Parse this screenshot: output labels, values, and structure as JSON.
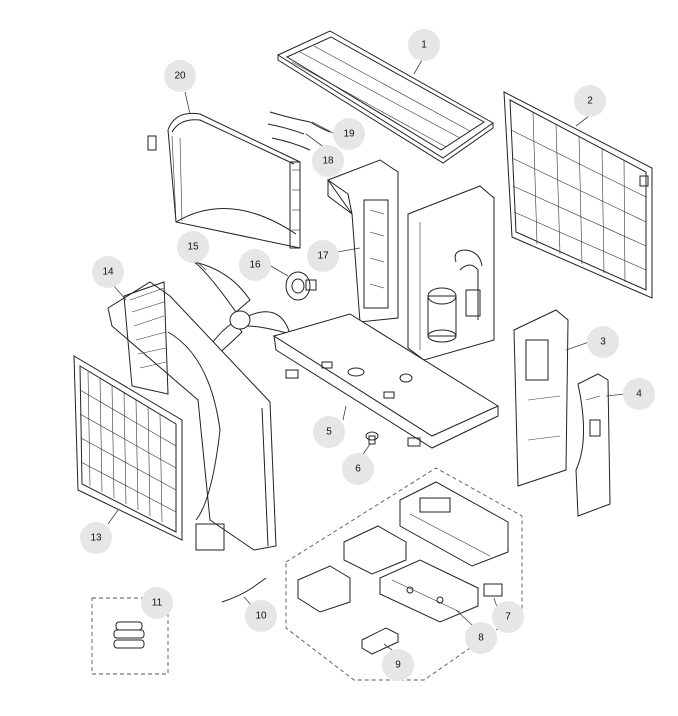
{
  "callouts": [
    {
      "id": "1",
      "label": "1"
    },
    {
      "id": "2",
      "label": "2"
    },
    {
      "id": "3",
      "label": "3"
    },
    {
      "id": "4",
      "label": "4"
    },
    {
      "id": "5",
      "label": "5"
    },
    {
      "id": "6",
      "label": "6"
    },
    {
      "id": "7",
      "label": "7"
    },
    {
      "id": "8",
      "label": "8"
    },
    {
      "id": "9",
      "label": "9"
    },
    {
      "id": "10",
      "label": "10"
    },
    {
      "id": "11",
      "label": "11"
    },
    {
      "id": "13",
      "label": "13"
    },
    {
      "id": "14",
      "label": "14"
    },
    {
      "id": "15",
      "label": "15"
    },
    {
      "id": "16",
      "label": "16"
    },
    {
      "id": "17",
      "label": "17"
    },
    {
      "id": "18",
      "label": "18"
    },
    {
      "id": "19",
      "label": "19"
    },
    {
      "id": "20",
      "label": "20"
    }
  ]
}
